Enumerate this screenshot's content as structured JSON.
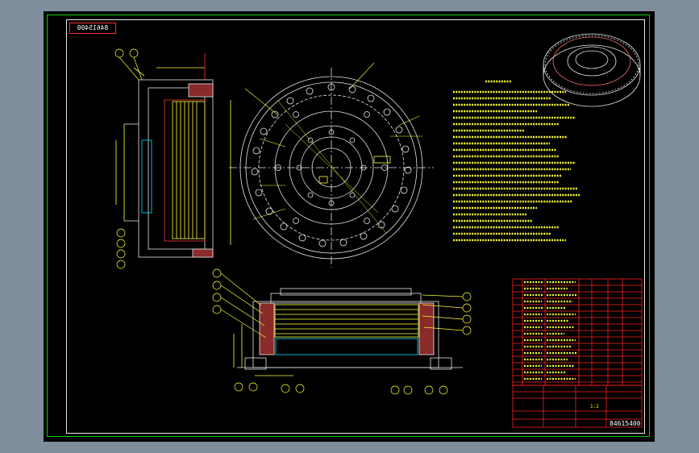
{
  "drawing": {
    "stamp": "84615400",
    "drawing_number": "84615400",
    "scale": "1:2"
  },
  "colors": {
    "background": "#7f8e9c",
    "canvas": "#000000",
    "outer_frame": "#00d000",
    "lines": "#e8e8e8",
    "text": "#ffff33",
    "table": "#ff2020",
    "stamp_border": "#ff3030"
  }
}
